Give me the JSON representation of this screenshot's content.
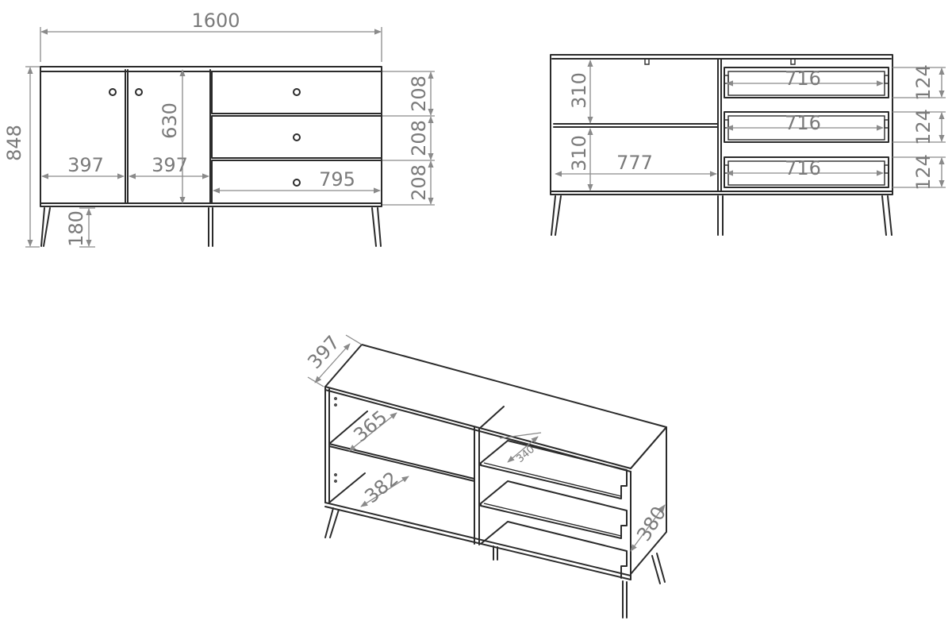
{
  "front_view": {
    "total_width": "1600",
    "total_height": "848",
    "door_width_left": "397",
    "door_width_right": "397",
    "door_height": "630",
    "drawer_height_1": "208",
    "drawer_height_2": "208",
    "drawer_height_3": "208",
    "drawer_width": "795",
    "leg_height": "180"
  },
  "interior_view": {
    "shelf_height_upper": "310",
    "shelf_height_lower": "310",
    "shelf_width": "777",
    "drawer_inner_width_1": "716",
    "drawer_inner_width_2": "716",
    "drawer_inner_width_3": "716",
    "drawer_inner_height_1": "124",
    "drawer_inner_height_2": "124",
    "drawer_inner_height_3": "124"
  },
  "perspective_view": {
    "depth": "397",
    "shelf_depth_upper": "365",
    "shelf_depth_lower": "382",
    "drawer_depth": "340",
    "drawer_side_depth": "380"
  },
  "colors": {
    "line": "#2b2b2b",
    "dimension": "#8a8a8a"
  }
}
